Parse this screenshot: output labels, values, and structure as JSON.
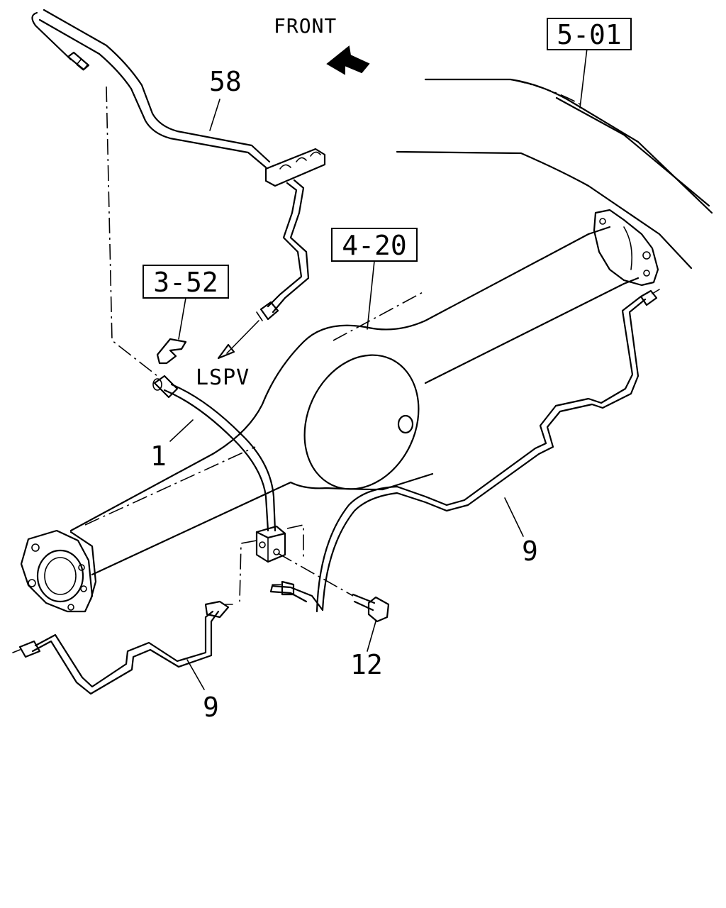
{
  "direction_label": "FRONT",
  "lspv_label": "LSPV",
  "references": {
    "ref_5_01": "5-01",
    "ref_4_20": "4-20",
    "ref_3_52": "3-52"
  },
  "part_numbers": {
    "p58": "58",
    "p1": "1",
    "p9_right": "9",
    "p9_left": "9",
    "p12": "12"
  },
  "colors": {
    "ink": "#000000",
    "paper": "#ffffff"
  }
}
